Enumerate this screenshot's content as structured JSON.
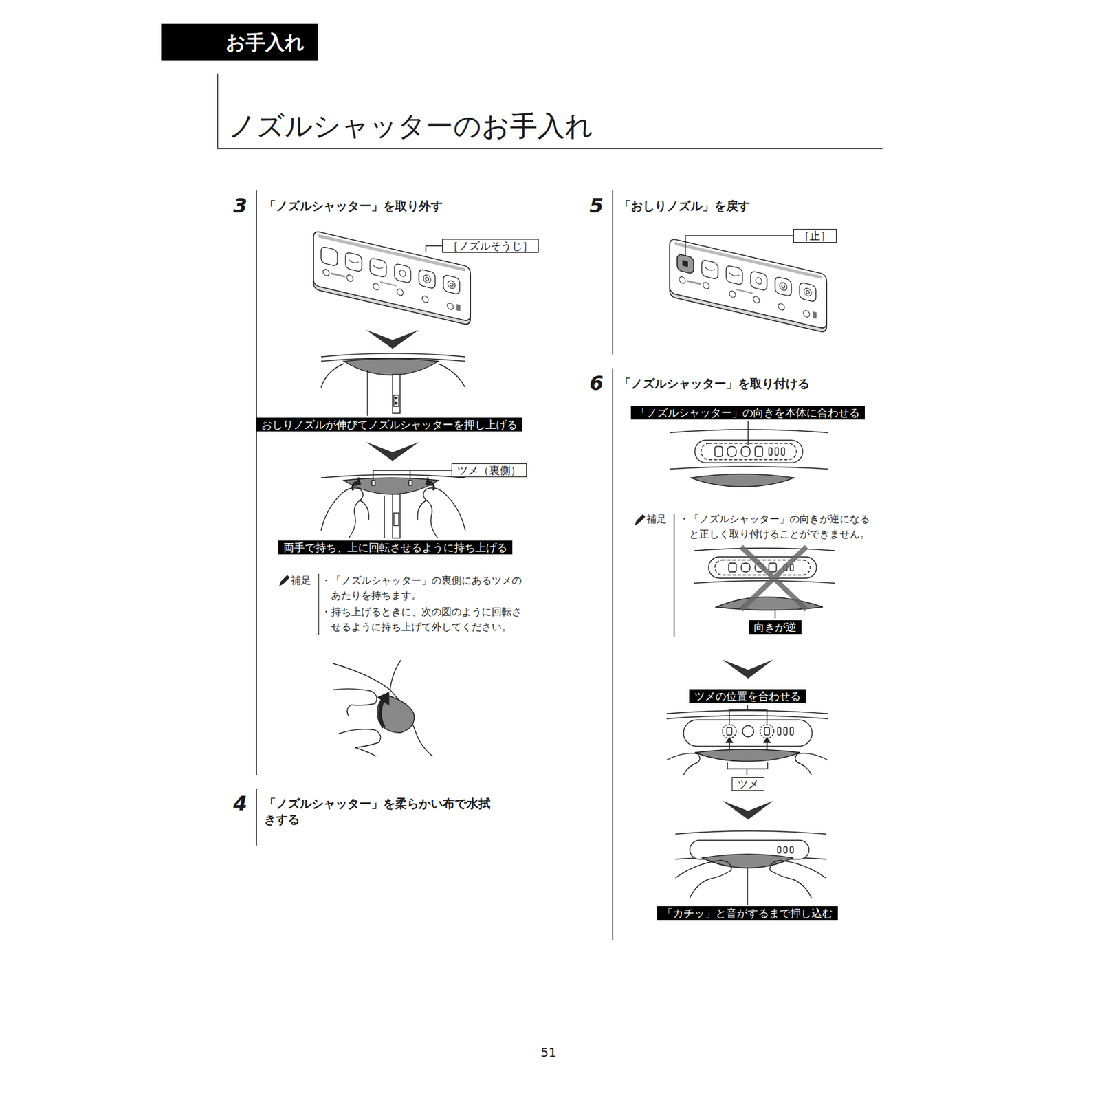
{
  "diagram": {
    "title": "ノズルシャッターのお手入れ",
    "nodes": [
      {
        "text": [
          "お手入れ"
        ]
      },
      {
        "text": [
          "［ノズルそうじ］"
        ]
      },
      {
        "text": [
          "おしりノズルが伸びてノズルシャッターを押し上げる"
        ]
      },
      {
        "text": [
          "ツメ（裏側）"
        ]
      },
      {
        "text": [
          "両手で持ち、上に回転させるように持ち上げる"
        ]
      },
      {
        "text": [
          "［止］"
        ]
      },
      {
        "text": [
          "「ノズルシャッター」の向きを本体に合わせる"
        ]
      },
      {
        "text": [
          "向きが逆"
        ]
      },
      {
        "text": [
          "ツメの位置を合わせる"
        ]
      },
      {
        "text": [
          "ツメ"
        ]
      },
      {
        "text": [
          "「カチッ」と音がするまで押し込む"
        ]
      }
    ],
    "labels": [
      "3",
      "「ノズルシャッター」を取り外す",
      "補足",
      "・「ノズルシャッター」の裏側にあるツメのあたりを持ちます。",
      "・持ち上げるときに、次の図のように回転させるように持ち上げて外してください。",
      "4",
      "「ノズルシャッター」を柔らかい布で水拭きする",
      "5",
      "「おしりノズル」を戻す",
      "6",
      "「ノズルシャッター」を取り付ける",
      "補足",
      "・「ノズルシャッター」の向きが逆になると正しく取り付けることができません。",
      "51"
    ]
  }
}
